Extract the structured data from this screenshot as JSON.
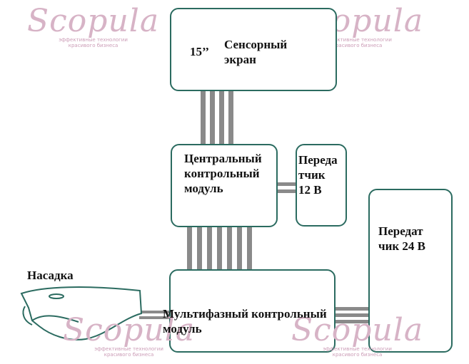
{
  "watermark": {
    "logo": "Scopula",
    "tagline_1": "эффективные технологии",
    "tagline_2": "красивого бизнеса"
  },
  "diagram": {
    "screen": {
      "size": "15’’",
      "title": "Сенсорный экран"
    },
    "central_module": {
      "line1": "Центральный",
      "line2": "контрольный",
      "line3": "модуль"
    },
    "transmitter_12": {
      "line1": "Переда",
      "line2": "тчик",
      "line3": "12 В"
    },
    "transmitter_24": {
      "line1": "Передат",
      "line2": "чик 24 В"
    },
    "multiphase_module": {
      "line1": "Мультифазный контрольный",
      "line2": "модуль"
    },
    "nozzle": {
      "label": "Насадка"
    }
  },
  "colors": {
    "border": "#2b6b60",
    "connector": "#8a8a8a",
    "watermark": "#d7b3c6"
  }
}
